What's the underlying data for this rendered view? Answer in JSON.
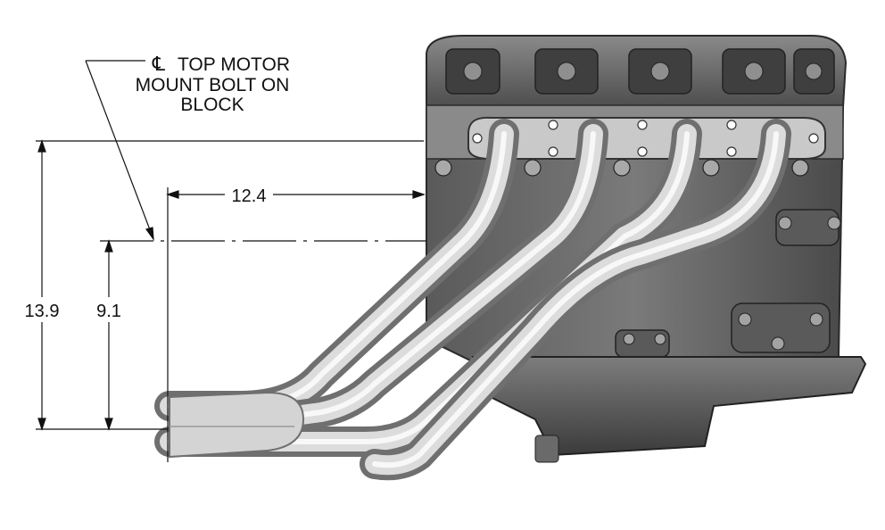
{
  "callout": {
    "symbol": "℄",
    "line1": "TOP MOTOR",
    "line2": "MOUNT BOLT ON",
    "line3": "BLOCK"
  },
  "dimensions": {
    "horizontal": "12.4",
    "vertical_total": "13.9",
    "vertical_partial": "9.1"
  },
  "colors": {
    "block_dark": "#3a3a3a",
    "block_mid": "#6b6b6b",
    "block_light": "#9a9a9a",
    "pipe_light": "#ececec",
    "pipe_dark": "#8c8c8c",
    "dim_line": "#111111"
  }
}
